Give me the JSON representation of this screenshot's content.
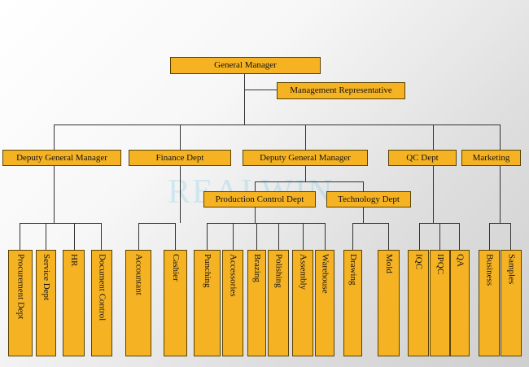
{
  "chart": {
    "general_manager": "General Manager",
    "management_rep": "Management Representative",
    "deputy_gm_left": "Deputy General Manager",
    "finance_dept": "Finance Dept",
    "deputy_gm_center": "Deputy General Manager",
    "qc_dept": "QC Dept",
    "marketing": "Marketing",
    "production_control": "Production Control Dept",
    "technology_dept": "Technology Dept",
    "watermark": "REALWIN",
    "units": [
      "Procurement Dept",
      "Service Dept",
      "HR",
      "Document Control",
      "Accountant",
      "Cashier",
      "Punching",
      "Accessories",
      "Brazing",
      "Polishing",
      "Assembly",
      "Warehouse",
      "Drawing",
      "Mold",
      "IQC",
      "IPQC",
      "QA",
      "Business",
      "Samples"
    ]
  }
}
